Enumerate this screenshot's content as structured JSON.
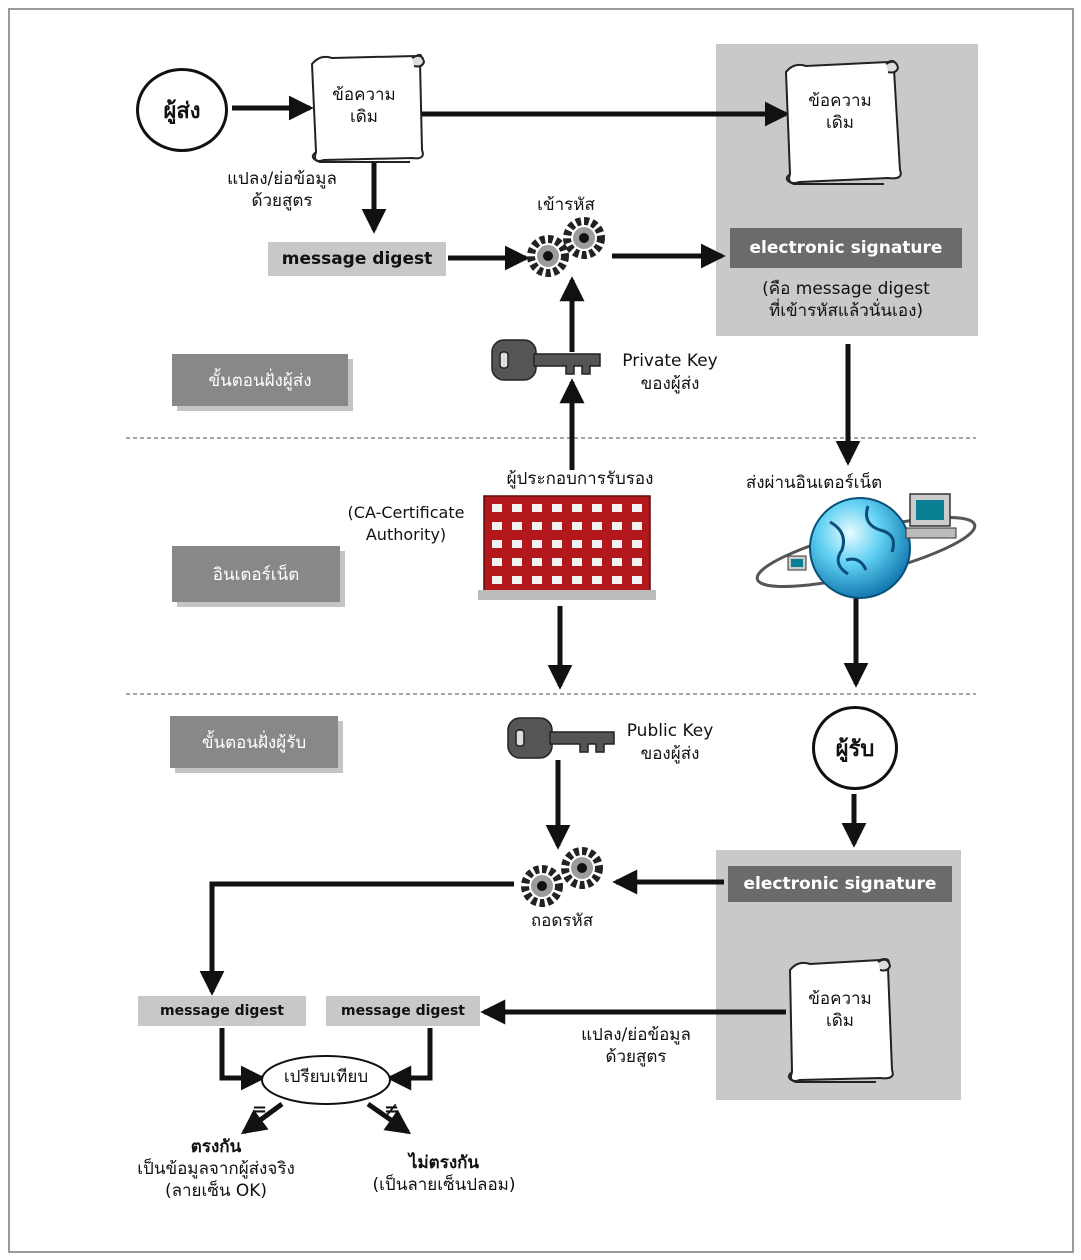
{
  "sections": {
    "sender": "ขั้นตอนฝั่งผู้ส่ง",
    "internet": "อินเตอร์เน็ต",
    "receiver": "ขั้นตอนฝั่งผู้รับ"
  },
  "nodes": {
    "sender_circle": "ผู้ส่ง",
    "receiver_circle": "ผู้รับ",
    "original_message_line1": "ข้อความ",
    "original_message_line2": "เดิม",
    "transform_line1": "แปลง/ย่อข้อมูล",
    "transform_line2": "ด้วยสูตร",
    "message_digest": "message digest",
    "encrypt": "เข้ารหัส",
    "decrypt": "ถอดรหัส",
    "electronic_signature": "electronic signature",
    "signature_note_line1": "(คือ message digest",
    "signature_note_line2": "ที่เข้ารหัสแล้วนั่นเอง)",
    "private_key_line1": "Private Key",
    "private_key_line2": "ของผู้ส่ง",
    "public_key_line1": "Public Key",
    "public_key_line2": "ของผู้ส่ง",
    "ca_title": "ผู้ประกอบการรับรอง",
    "ca_line1": "(CA-Certificate",
    "ca_line2": "Authority)",
    "send_internet": "ส่งผ่านอินเตอร์เน็ต",
    "compare": "เปรียบเทียบ",
    "equal_sign": "=",
    "not_equal_sign": "≠",
    "match_title": "ตรงกัน",
    "match_line1": "เป็นข้อมูลจากผู้ส่งจริง",
    "match_line2": "(ลายเซ็น OK)",
    "mismatch_title": "ไม่ตรงกัน",
    "mismatch_line1": "(เป็นลายเซ็นปลอม)"
  },
  "icons": [
    "scroll-icon",
    "gear-icon",
    "key-icon",
    "building-icon",
    "globe-icon",
    "computer-icon"
  ],
  "colors": {
    "section_band": "#888888",
    "digest_label": "#c8c8c8",
    "signature_label": "#6b6b6b",
    "panel": "#c9c9c9",
    "building": "#b3191c"
  }
}
